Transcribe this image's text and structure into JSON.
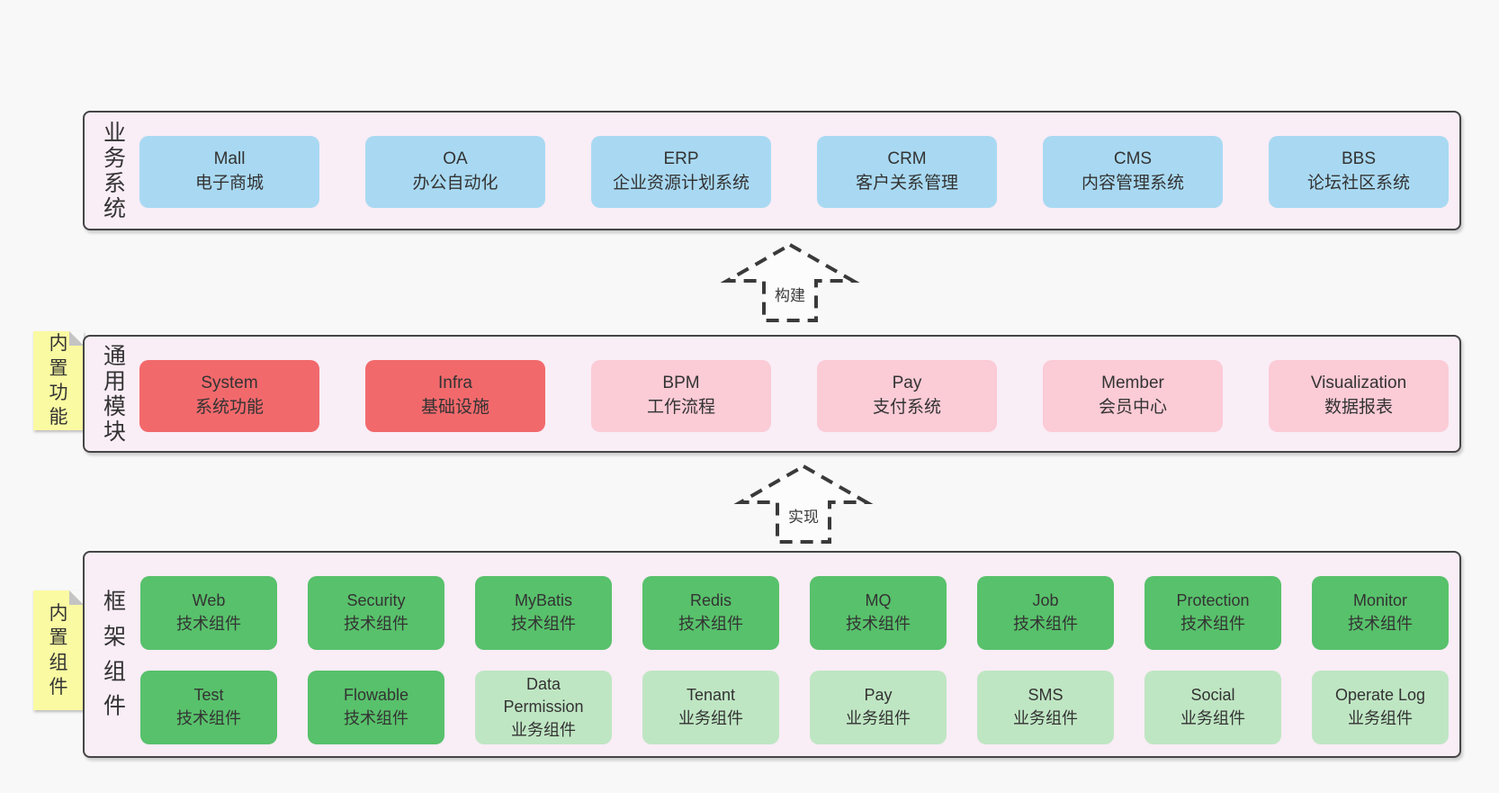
{
  "colors": {
    "page_bg": "#f8f8f8",
    "panel_bg": "#f9edf6",
    "panel_border": "#454545",
    "blue_box": "#a9d9f2",
    "red_box": "#f2696c",
    "pink_box": "#fbcbd6",
    "green_box": "#58c16b",
    "light_green_box": "#bfe6c3",
    "sticky_yellow": "#fafaa2",
    "text": "#333333",
    "arrow": "#3a3a3a"
  },
  "arrows": {
    "build": "构建",
    "implement": "实现"
  },
  "layers": {
    "business": {
      "label": "业务系统",
      "items": [
        {
          "en": "Mall",
          "zh": "电子商城"
        },
        {
          "en": "OA",
          "zh": "办公自动化"
        },
        {
          "en": "ERP",
          "zh": "企业资源计划系统"
        },
        {
          "en": "CRM",
          "zh": "客户关系管理"
        },
        {
          "en": "CMS",
          "zh": "内容管理系统"
        },
        {
          "en": "BBS",
          "zh": "论坛社区系统"
        }
      ]
    },
    "modules": {
      "label": "通用模块",
      "sticky": "内置功能",
      "items": [
        {
          "en": "System",
          "zh": "系统功能"
        },
        {
          "en": "Infra",
          "zh": "基础设施"
        },
        {
          "en": "BPM",
          "zh": "工作流程"
        },
        {
          "en": "Pay",
          "zh": "支付系统"
        },
        {
          "en": "Member",
          "zh": "会员中心"
        },
        {
          "en": "Visualization",
          "zh": "数据报表"
        }
      ]
    },
    "components": {
      "label": "框架组件",
      "sticky": "内置组件",
      "row1": [
        {
          "en": "Web",
          "zh": "技术组件"
        },
        {
          "en": "Security",
          "zh": "技术组件"
        },
        {
          "en": "MyBatis",
          "zh": "技术组件"
        },
        {
          "en": "Redis",
          "zh": "技术组件"
        },
        {
          "en": "MQ",
          "zh": "技术组件"
        },
        {
          "en": "Job",
          "zh": "技术组件"
        },
        {
          "en": "Protection",
          "zh": "技术组件"
        },
        {
          "en": "Monitor",
          "zh": "技术组件"
        }
      ],
      "row2": [
        {
          "en": "Test",
          "zh": "技术组件"
        },
        {
          "en": "Flowable",
          "zh": "技术组件"
        },
        {
          "en": "Data Permission",
          "zh": "业务组件"
        },
        {
          "en": "Tenant",
          "zh": "业务组件"
        },
        {
          "en": "Pay",
          "zh": "业务组件"
        },
        {
          "en": "SMS",
          "zh": "业务组件"
        },
        {
          "en": "Social",
          "zh": "业务组件"
        },
        {
          "en": "Operate Log",
          "zh": "业务组件"
        }
      ]
    }
  }
}
